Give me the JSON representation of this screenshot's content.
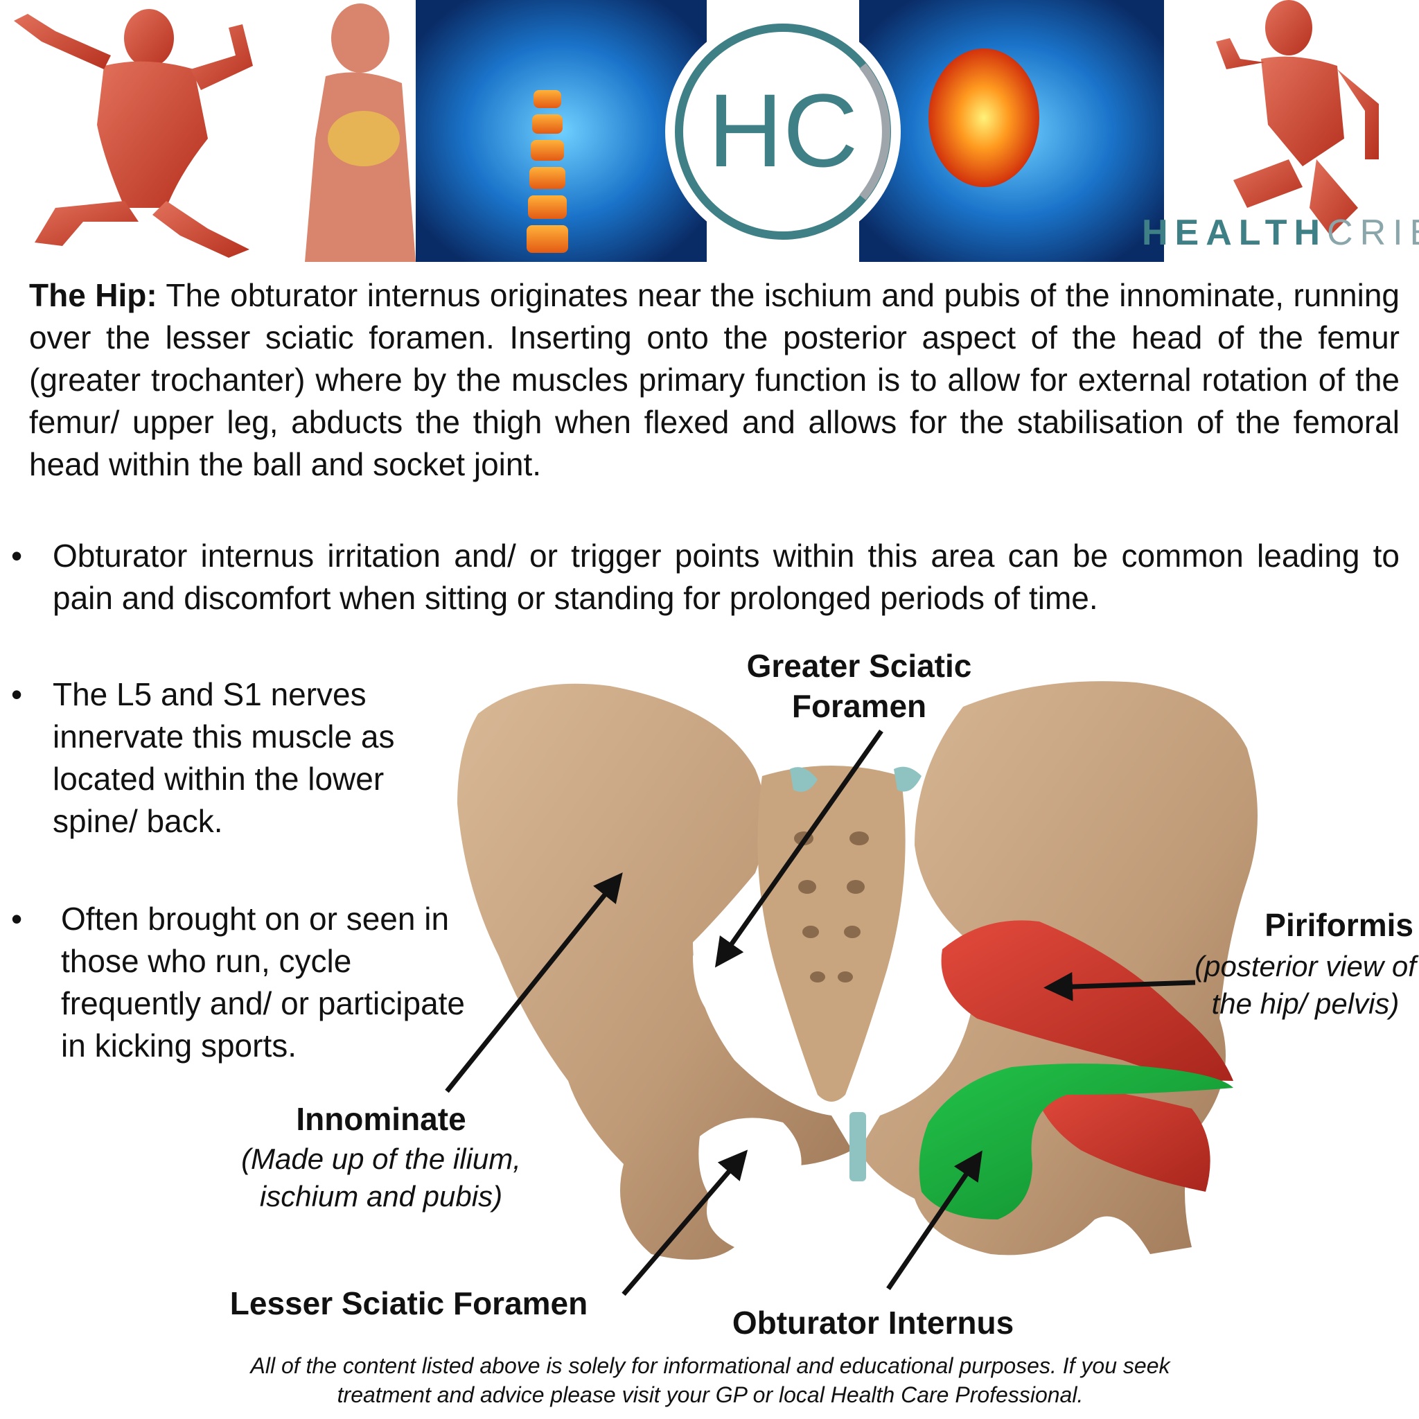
{
  "banner": {
    "logo_monogram": "HC",
    "brand_primary": "HEALTH",
    "brand_secondary": "CRIB",
    "colors": {
      "teal": "#3f7f86",
      "light_teal": "#8aa6ab",
      "muscle_red": "#c9402e",
      "xray_blue": "#1a73c9"
    }
  },
  "intro": {
    "lead": "The Hip:",
    "body": "The obturator internus originates near the ischium and pubis of the innominate, running over the lesser sciatic foramen. Inserting onto the posterior aspect of the head of the femur (greater trochanter) where by the muscles primary function is to allow for external rotation of the femur/ upper leg, abducts the thigh when flexed and allows for the stabilisation of the femoral head within the ball and socket joint."
  },
  "bullets": [
    {
      "marker": "•",
      "text": "Obturator internus irritation and/ or trigger points within this area can be common leading to pain and discomfort when sitting or standing for prolonged periods of time."
    },
    {
      "marker": "•",
      "text": "The L5 and S1 nerves innervate this muscle as located within the lower spine/ back."
    },
    {
      "marker": "•",
      "text": "Often brought on or seen in those who run, cycle frequently and/ or participate in kicking sports."
    }
  ],
  "figure_labels": {
    "greater_sciatic_foramen": "Greater Sciatic Foramen",
    "piriformis": "Piriformis",
    "piriformis_note": "(posterior view of the hip/ pelvis)",
    "innominate": "Innominate",
    "innominate_note": "(Made up of the ilium, ischium and pubis)",
    "lesser_sciatic_foramen": "Lesser Sciatic Foramen",
    "obturator_internus": "Obturator Internus"
  },
  "disclaimer": "All of the content listed above is solely for informational and educational purposes. If you seek treatment and advice please visit your GP or local Health Care Professional."
}
